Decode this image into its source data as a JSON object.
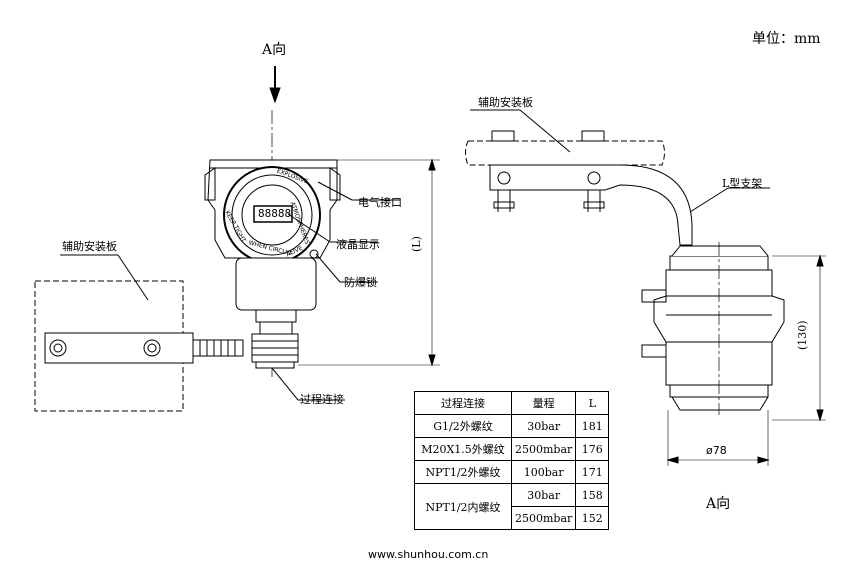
{
  "unit_label": "单位：mm",
  "footer": "www.shunhou.com.cn",
  "left_view": {
    "direction_label": "A向",
    "aux_plate_label": "辅助安装板",
    "electrical_interface_label": "电气接口",
    "lcd_label": "液晶显示",
    "lock_label": "防爆锁",
    "process_connection_label": "过程连接",
    "length_dim_label": "(L)",
    "lcd_digits": "88888",
    "dial_text": [
      "EXPLOSIVE",
      "ATMOSPHERES",
      "KEEP TIGHT",
      "WHEN CIRCUIT",
      "ALIVE"
    ]
  },
  "right_view": {
    "aux_plate_label": "辅助安装板",
    "bracket_label": "L型支架",
    "height_dim_label": "(130)",
    "diameter_label": "ø78",
    "view_label": "A向"
  },
  "spec_table": {
    "headers": [
      "过程连接",
      "量程",
      "L"
    ],
    "rows": [
      {
        "connection": "G1/2外螺纹",
        "range": "30bar",
        "L": "181"
      },
      {
        "connection": "M20X1.5外螺纹",
        "range": "2500mbar",
        "L": "176"
      },
      {
        "connection": "NPT1/2外螺纹",
        "range": "100bar",
        "L": "171"
      },
      {
        "connection": "NPT1/2内螺纹",
        "range": "30bar",
        "L": "158"
      },
      {
        "connection": "",
        "range": "2500mbar",
        "L": "152"
      }
    ]
  }
}
